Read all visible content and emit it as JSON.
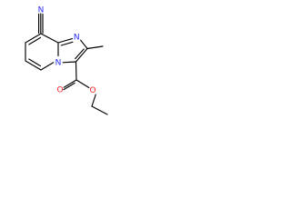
{
  "molecule": {
    "atoms": {
      "nitrile_n": {
        "text": "N",
        "color": "#2b2bff"
      },
      "ring_n_imine": {
        "text": "N",
        "color": "#2b2bff"
      },
      "ring_n_bridge": {
        "text": "N",
        "color": "#2b2bff"
      },
      "carbonyl_o": {
        "text": "O",
        "color": "#ff1f1f"
      },
      "ester_o": {
        "text": "O",
        "color": "#ff1f1f"
      }
    }
  }
}
